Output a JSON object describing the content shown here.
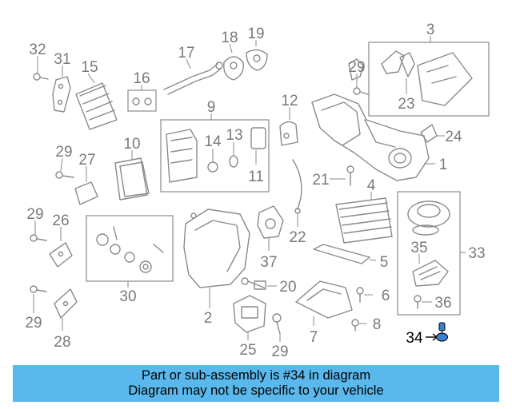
{
  "labels": {
    "p1": "1",
    "p2": "2",
    "p3": "3",
    "p4": "4",
    "p5": "5",
    "p6": "6",
    "p7": "7",
    "p8": "8",
    "p9": "9",
    "p10": "10",
    "p11": "11",
    "p12": "12",
    "p13": "13",
    "p14": "14",
    "p15": "15",
    "p16": "16",
    "p17": "17",
    "p18": "18",
    "p19": "19",
    "p20": "20",
    "p21": "21",
    "p22": "22",
    "p23": "23",
    "p24": "24",
    "p25": "25",
    "p26": "26",
    "p27": "27",
    "p28": "28",
    "p29": "29",
    "p30": "30",
    "p31": "31",
    "p32": "32",
    "p33": "33",
    "p34": "34",
    "p35": "35",
    "p36": "36",
    "p37": "37"
  },
  "highlight_color": "#3a7fd0",
  "banner": {
    "line1": "Part or sub-assembly is #34 in diagram",
    "line2": "Diagram may not be specific to your vehicle",
    "color": "#5ab8ec"
  }
}
